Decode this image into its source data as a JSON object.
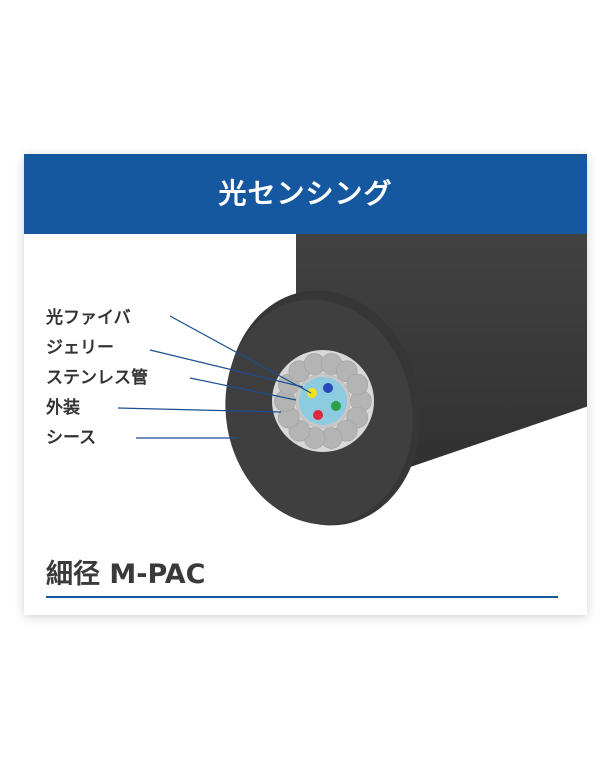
{
  "title": "光センシング",
  "labels": [
    "光ファイバ",
    "ジェリー",
    "ステンレス管",
    "外装",
    "シース"
  ],
  "model_name": "細径 M-PAC",
  "colors": {
    "banner": "#1558a0",
    "cable_sheath": "#3b3b3b",
    "armor_wire": "#b4b4b4",
    "jelly": "#8ccbe0",
    "leader_line": "#1a4f8f",
    "fiber_colors": [
      "#f2e21a",
      "#2946b8",
      "#2aa14a",
      "#e0263a"
    ]
  }
}
